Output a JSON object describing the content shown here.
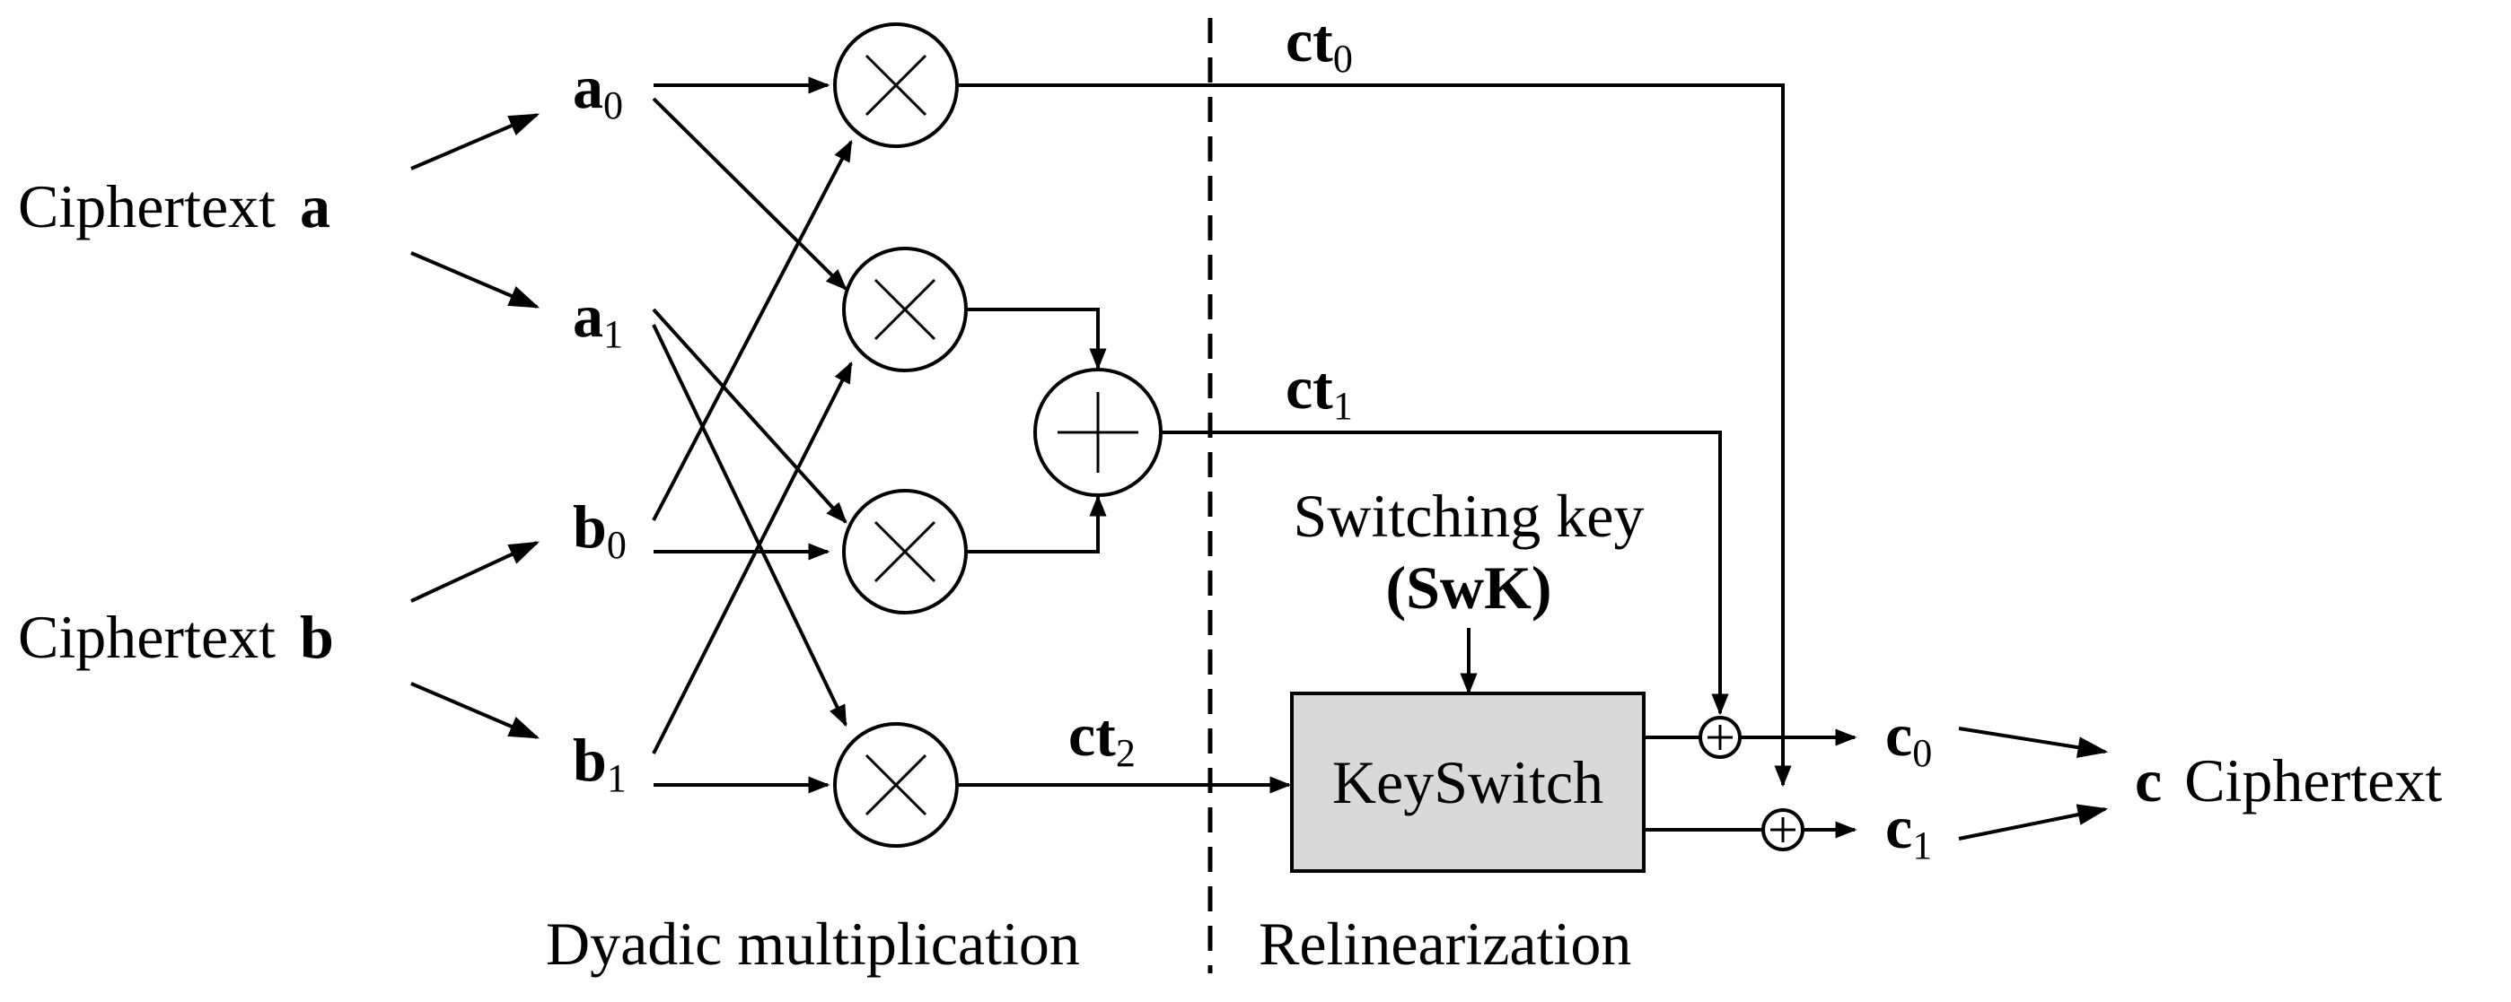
{
  "inputs": {
    "a": {
      "prefix": "Ciphertext",
      "symbol": "a"
    },
    "b": {
      "prefix": "Ciphertext",
      "symbol": "b"
    }
  },
  "components": {
    "a0": {
      "base": "a",
      "sub": "0"
    },
    "a1": {
      "base": "a",
      "sub": "1"
    },
    "b0": {
      "base": "b",
      "sub": "0"
    },
    "b1": {
      "base": "b",
      "sub": "1"
    }
  },
  "intermediates": {
    "ct0": {
      "base": "ct",
      "sub": "0"
    },
    "ct1": {
      "base": "ct",
      "sub": "1"
    },
    "ct2": {
      "base": "ct",
      "sub": "2"
    }
  },
  "switching_key": {
    "line1": "Switching key",
    "line2": "(SwK)"
  },
  "keyswitch": {
    "label": "KeySwitch",
    "fill": "#d9d9d9"
  },
  "outputs": {
    "c0": {
      "base": "c",
      "sub": "0"
    },
    "c1": {
      "base": "c",
      "sub": "1"
    },
    "result": {
      "symbol": "c",
      "suffix": "Ciphertext"
    }
  },
  "sections": {
    "left": "Dyadic multiplication",
    "right": "Relinearization"
  },
  "operators": {
    "multiply": "multiply-icon",
    "add": "add-icon"
  }
}
